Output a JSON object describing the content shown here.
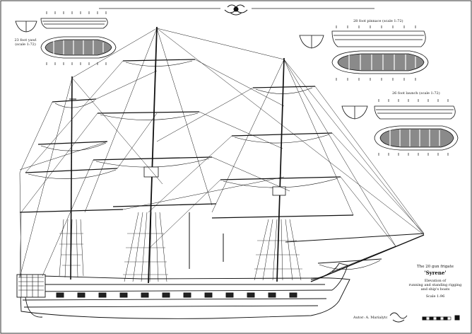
{
  "boat_captions": {
    "yawl": "23 foot yawl (scale 1:72)",
    "pinnace": "28 foot pinnace (scale 1:72)",
    "launch": "26 foot launch (scale 1:72)"
  },
  "title_block": {
    "line1": "The 20 gun frigate",
    "ship_name": "'Syrene'",
    "desc1": "Elevation of",
    "desc2": "running and standing rigging",
    "desc3": "and ship's boats",
    "scale": "Scale 1:96"
  },
  "author": "Autor: A. Marialytc",
  "colors": {
    "ink": "#111111",
    "paper": "#ffffff",
    "deck": "#9a9a9a"
  }
}
